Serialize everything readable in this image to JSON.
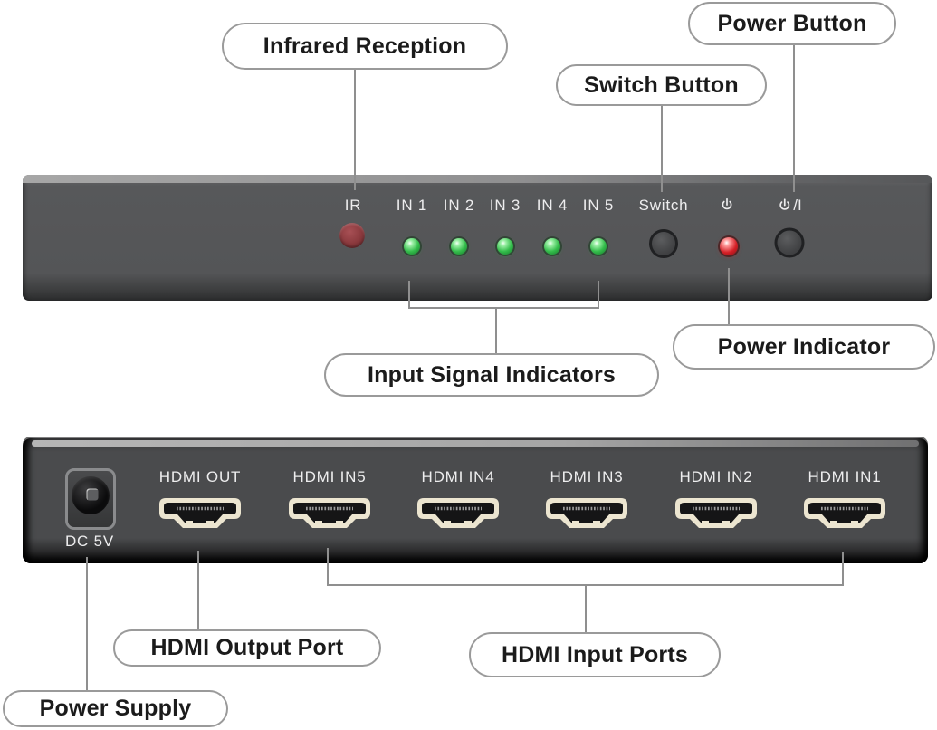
{
  "diagram": {
    "title_hint": "HDMI switch 5-in-1-out front and rear panel callout diagram",
    "callouts": {
      "infrared_reception": {
        "label": "Infrared Reception"
      },
      "power_button": {
        "label": "Power Button"
      },
      "switch_button": {
        "label": "Switch Button"
      },
      "power_indicator": {
        "label": "Power Indicator"
      },
      "input_signal_indicators": {
        "label": "Input Signal Indicators"
      },
      "hdmi_output_port": {
        "label": "HDMI Output Port"
      },
      "hdmi_input_ports": {
        "label": "HDMI Input Ports"
      },
      "power_supply": {
        "label": "Power Supply"
      }
    },
    "front_panel": {
      "ir_label": "IR",
      "input_labels": [
        "IN 1",
        "IN 2",
        "IN 3",
        "IN 4",
        "IN 5"
      ],
      "switch_label": "Switch",
      "power_indicator_icon": "power-icon",
      "power_button_icon": "power-icon",
      "power_button_suffix": "/I"
    },
    "rear_panel": {
      "dc_label": "DC 5V",
      "port_labels": [
        "HDMI OUT",
        "HDMI IN5",
        "HDMI IN4",
        "HDMI IN3",
        "HDMI IN2",
        "HDMI IN1"
      ]
    },
    "colors": {
      "front_panel": "#57585a",
      "rear_panel": "#4a4b4d",
      "led_green": "#34bd4b",
      "led_red": "#d41f26",
      "ir_window": "#8a393d",
      "hdmi_trim": "#ece5d0",
      "callout_border": "#9a9a9a",
      "connector_line": "#8f8f8f",
      "device_text": "#ededee"
    }
  }
}
